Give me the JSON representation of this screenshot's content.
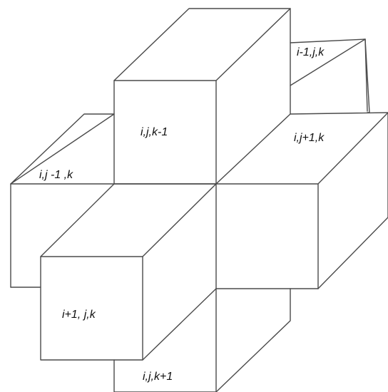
{
  "labels": {
    "i_minus_1": "i-1,j,k",
    "k_minus_1": "i,j,k-1",
    "j_plus_1": "i,j+1,k",
    "j_minus_1": "i,j -1 ,k",
    "i_plus_1": "i+1, j,k",
    "k_plus_1": "i,j,k+1"
  },
  "colors": {
    "stroke": "#4a4a4a",
    "background": "#ffffff",
    "text": "#111111"
  }
}
